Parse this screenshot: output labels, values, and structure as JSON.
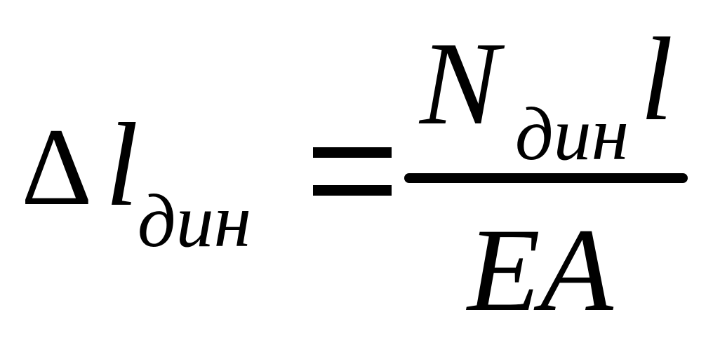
{
  "formula": {
    "left": {
      "delta": "Δ",
      "variable": "l",
      "subscript": "дин"
    },
    "equals": "=",
    "numerator": {
      "force": "N",
      "force_subscript": "дин",
      "length": "l"
    },
    "denominator": "EA"
  }
}
